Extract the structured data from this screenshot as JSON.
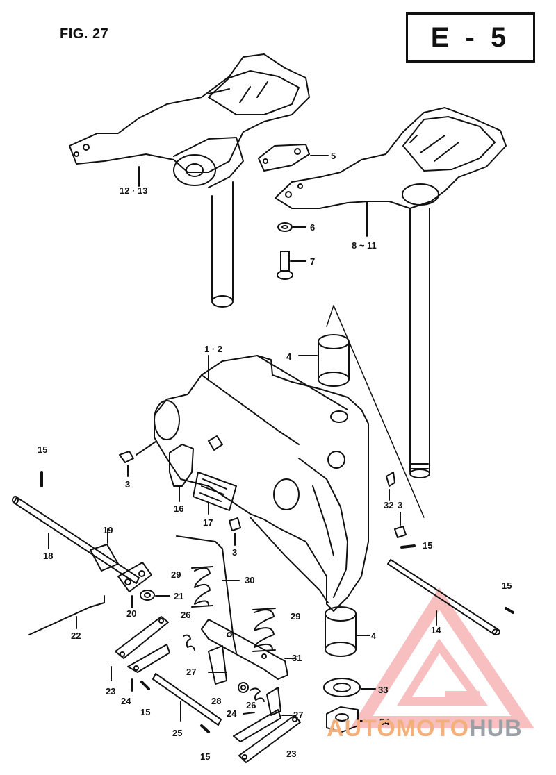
{
  "header": {
    "figure_label": "FIG. 27",
    "page_code": "E - 5"
  },
  "watermark": {
    "part1": "AUTOMOTO",
    "part2": "HUB",
    "color_primary": "#f4b07a",
    "color_secondary": "#9aa0a6",
    "triangle_color": "#f28b8b"
  },
  "callouts": {
    "c1_2": "1 · 2",
    "c3a": "3",
    "c3b": "3",
    "c3c": "3",
    "c4a": "4",
    "c4b": "4",
    "c5": "5",
    "c6": "6",
    "c7": "7",
    "c8_11": "8 ~ 11",
    "c12_13": "12 · 13",
    "c14": "14",
    "c15a": "15",
    "c15b": "15",
    "c15c": "15",
    "c15d": "15",
    "c15e": "15",
    "c16": "16",
    "c17": "17",
    "c18": "18",
    "c19": "19",
    "c20": "20",
    "c21": "21",
    "c22": "22",
    "c23a": "23",
    "c23b": "23",
    "c24a": "24",
    "c24b": "24",
    "c25": "25",
    "c26a": "26",
    "c26b": "26",
    "c27a": "27",
    "c27b": "27",
    "c28": "28",
    "c29a": "29",
    "c29b": "29",
    "c30": "30",
    "c31": "31",
    "c32": "32",
    "c33": "33",
    "c34": "34"
  }
}
